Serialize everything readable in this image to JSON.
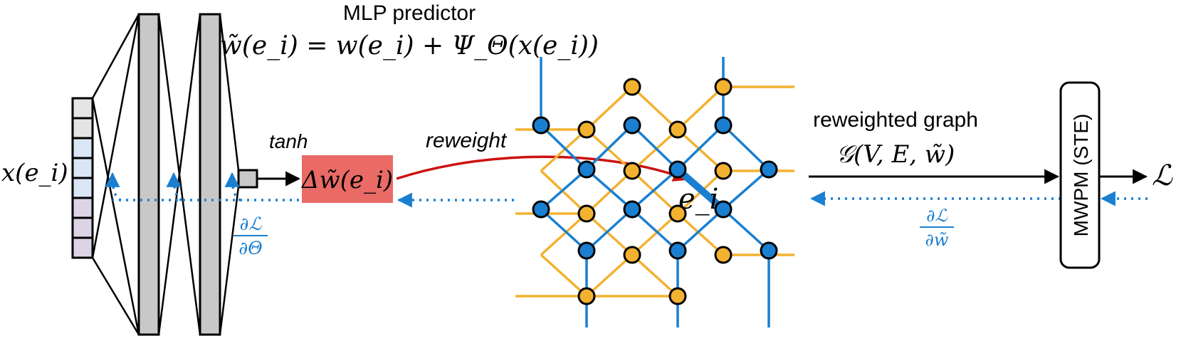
{
  "labels": {
    "input": "x(e_i)",
    "mlp_title": "MLP predictor",
    "formula": "w̃(e_i) = w(e_i) + Ψ_Θ(x(e_i))",
    "activation": "tanh",
    "delta_box": "Δw̃(e_i)",
    "reweight": "reweight",
    "edge_label": "e_i",
    "reweighted_graph_title": "reweighted graph",
    "graph_formula": "𝒢(V, E, w̃)",
    "decoder": "MWPM (STE)",
    "loss": "ℒ",
    "grad_theta_num": "∂ℒ",
    "grad_theta_den": "∂Θ",
    "grad_w_num": "∂ℒ",
    "grad_w_den": "∂w̃"
  },
  "colors": {
    "blue": "#1a7fd0",
    "orange": "#f2b230",
    "red_arrow": "#cc1111",
    "delta_box_fill": "#ea6b66",
    "layer_fill": "#c8c8c8",
    "input_top": "#e4e4e4",
    "input_mid": "#d8e6f5",
    "input_bottom": "#ddd3e6"
  }
}
